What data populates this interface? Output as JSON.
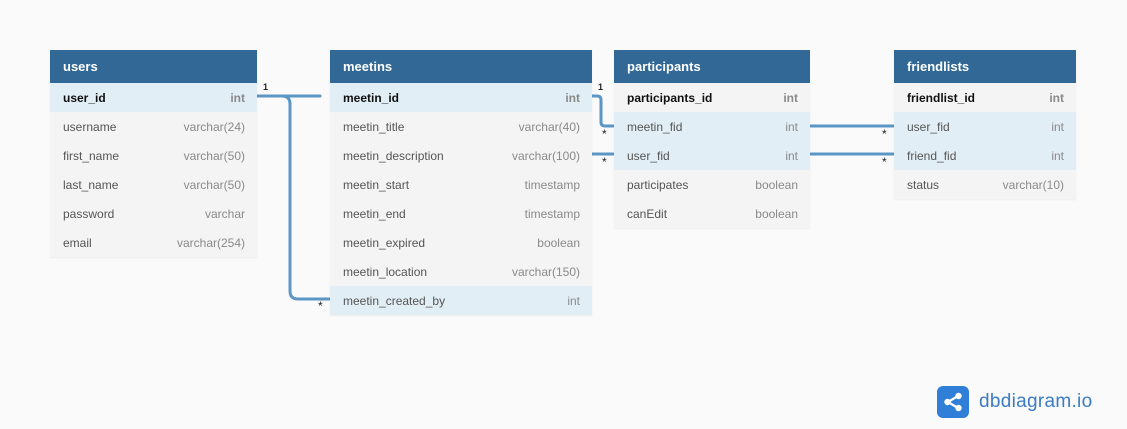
{
  "tables": [
    {
      "name": "users",
      "columns": [
        {
          "name": "user_id",
          "type": "int",
          "pk": true,
          "hl": true
        },
        {
          "name": "username",
          "type": "varchar(24)"
        },
        {
          "name": "first_name",
          "type": "varchar(50)"
        },
        {
          "name": "last_name",
          "type": "varchar(50)"
        },
        {
          "name": "password",
          "type": "varchar"
        },
        {
          "name": "email",
          "type": "varchar(254)"
        }
      ]
    },
    {
      "name": "meetins",
      "columns": [
        {
          "name": "meetin_id",
          "type": "int",
          "pk": true,
          "hl": true
        },
        {
          "name": "meetin_title",
          "type": "varchar(40)"
        },
        {
          "name": "meetin_description",
          "type": "varchar(100)"
        },
        {
          "name": "meetin_start",
          "type": "timestamp"
        },
        {
          "name": "meetin_end",
          "type": "timestamp"
        },
        {
          "name": "meetin_expired",
          "type": "boolean"
        },
        {
          "name": "meetin_location",
          "type": "varchar(150)"
        },
        {
          "name": "meetin_created_by",
          "type": "int",
          "hl": true
        }
      ]
    },
    {
      "name": "participants",
      "columns": [
        {
          "name": "participants_id",
          "type": "int",
          "pk": true
        },
        {
          "name": "meetin_fid",
          "type": "int",
          "hl": true
        },
        {
          "name": "user_fid",
          "type": "int",
          "hl": true
        },
        {
          "name": "participates",
          "type": "boolean"
        },
        {
          "name": "canEdit",
          "type": "boolean"
        }
      ]
    },
    {
      "name": "friendlists",
      "columns": [
        {
          "name": "friendlist_id",
          "type": "int",
          "pk": true
        },
        {
          "name": "user_fid",
          "type": "int",
          "hl": true
        },
        {
          "name": "friend_fid",
          "type": "int",
          "hl": true
        },
        {
          "name": "status",
          "type": "varchar(10)"
        }
      ]
    }
  ],
  "cardinality": {
    "one": "1",
    "many": "*"
  },
  "colors": {
    "header": "#316896",
    "link": "#5b96c4",
    "highlight": "#e2eef5"
  },
  "logo": {
    "text": "dbdiagram.io",
    "icon": "share-nodes-icon"
  }
}
